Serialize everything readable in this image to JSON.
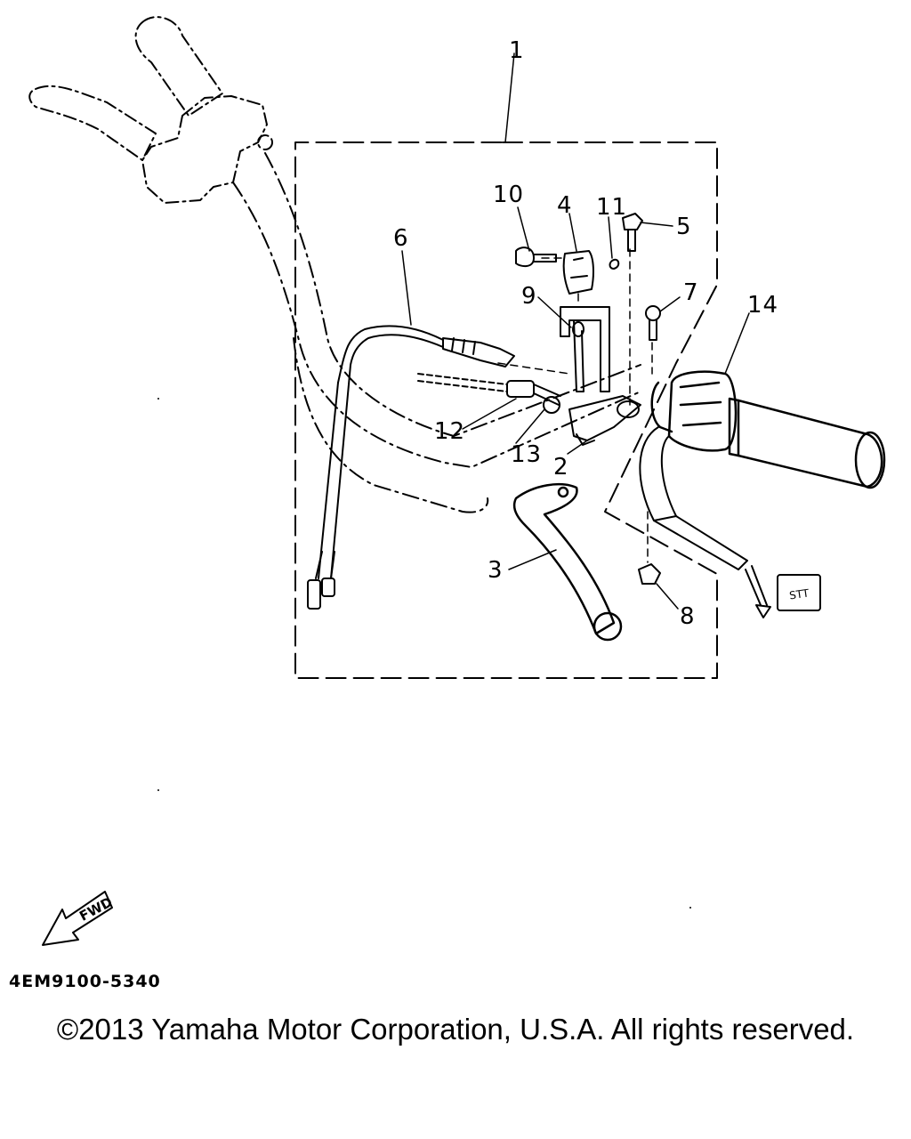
{
  "diagram": {
    "fwd_label": "FWD",
    "part_code": "4EM9100-5340",
    "copyright": "©2013 Yamaha Motor Corporation, U.S.A. All rights reserved.",
    "callouts": {
      "c1": "1",
      "c2": "2",
      "c3": "3",
      "c4": "4",
      "c5": "5",
      "c6": "6",
      "c7": "7",
      "c8": "8",
      "c9": "9",
      "c10": "10",
      "c11": "11",
      "c12": "12",
      "c13": "13",
      "c14": "14"
    },
    "connector_label": "STT"
  },
  "colors": {
    "ink": "#000000",
    "paper": "#ffffff"
  }
}
